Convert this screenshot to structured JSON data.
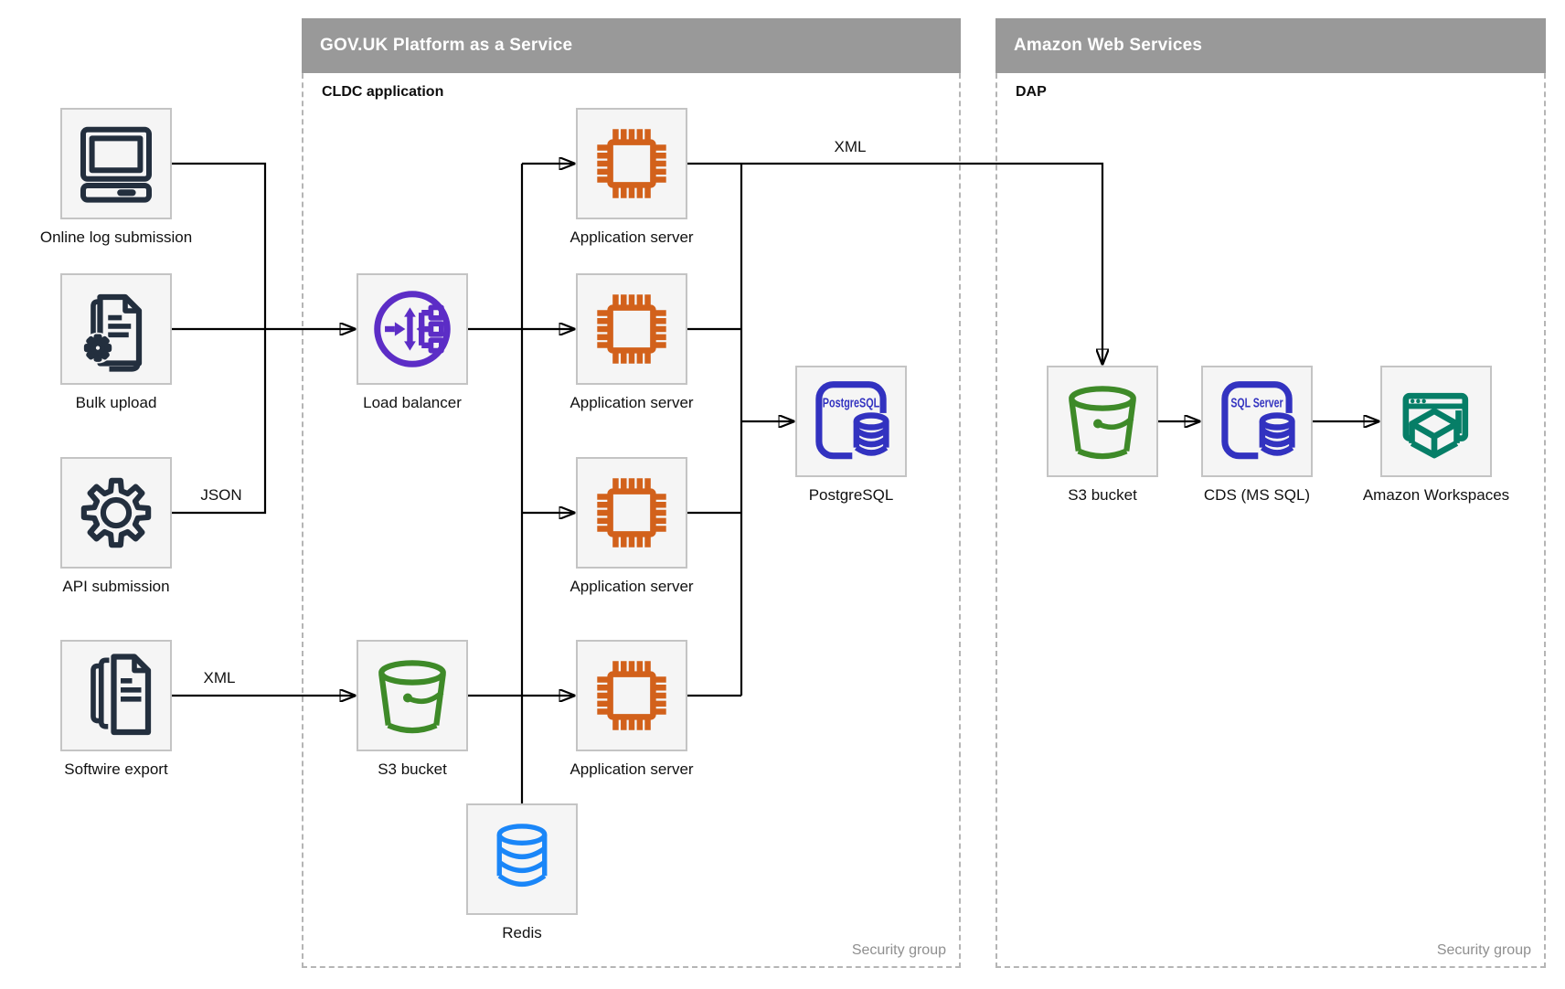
{
  "colors": {
    "container_header": "#999999",
    "container_border": "#b5b5b5",
    "node_fill": "#f5f5f5",
    "node_border": "#c4c4c4",
    "connector": "#000000",
    "navy": "#232f3e",
    "purple": "#5c2dc6",
    "orange": "#d2611b",
    "green": "#3e8a28",
    "blue": "#1a86f8",
    "indigo": "#3232c0",
    "teal": "#067e67",
    "muted_text": "#8f8f8f"
  },
  "containers": {
    "paas": {
      "title": "GOV.UK Platform as a Service",
      "sublabel": "CLDC application",
      "footer": "Security group"
    },
    "aws": {
      "title": "Amazon Web Services",
      "sublabel": "DAP",
      "footer": "Security group"
    }
  },
  "nodes": {
    "online_log": {
      "label": "Online log submission",
      "icon": "computer-icon"
    },
    "bulk_upload": {
      "label": "Bulk upload",
      "icon": "document-gear-icon"
    },
    "api_submission": {
      "label": "API submission",
      "icon": "gear-icon"
    },
    "softwire_export": {
      "label": "Softwire export",
      "icon": "documents-stack-icon"
    },
    "load_balancer": {
      "label": "Load balancer",
      "icon": "load-balancer-icon"
    },
    "app_server_1": {
      "label": "Application server",
      "icon": "chip-icon"
    },
    "app_server_2": {
      "label": "Application server",
      "icon": "chip-icon"
    },
    "app_server_3": {
      "label": "Application server",
      "icon": "chip-icon"
    },
    "app_server_4": {
      "label": "Application server",
      "icon": "chip-icon"
    },
    "s3_paas": {
      "label": "S3 bucket",
      "icon": "s3-bucket-icon"
    },
    "redis": {
      "label": "Redis",
      "icon": "database-cylinder-icon"
    },
    "postgresql": {
      "label": "PostgreSQL",
      "icon_text": "PostgreSQL",
      "icon": "postgresql-icon"
    },
    "s3_aws": {
      "label": "S3 bucket",
      "icon": "s3-bucket-icon"
    },
    "cds": {
      "label": "CDS (MS SQL)",
      "icon_text": "SQL Server",
      "icon": "sql-server-icon"
    },
    "workspaces": {
      "label": "Amazon Workspaces",
      "icon": "workspaces-icon"
    }
  },
  "edge_labels": {
    "api_json": "JSON",
    "softwire_xml": "XML",
    "app_to_aws_xml": "XML"
  }
}
